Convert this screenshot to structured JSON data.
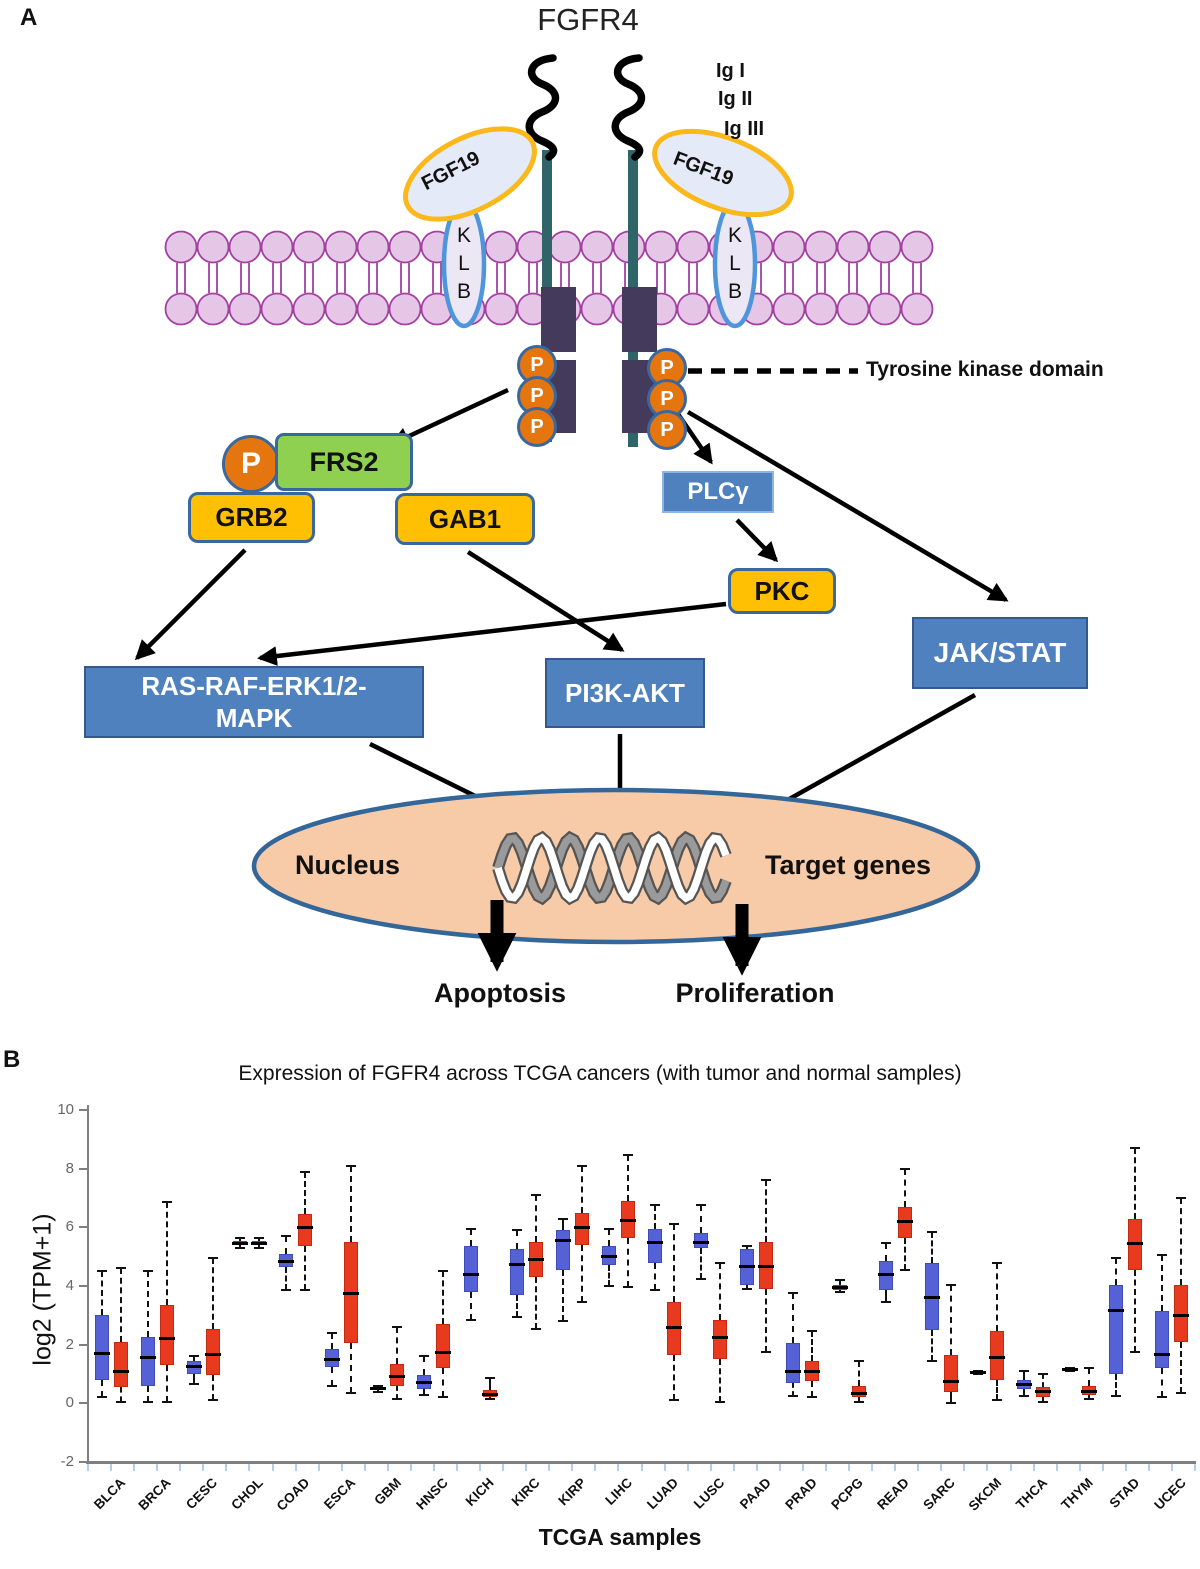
{
  "panel_a": {
    "label": "A",
    "title": "FGFR4",
    "ligand_label": "FGF19",
    "coreceptor_letters": [
      "K",
      "L",
      "B"
    ],
    "ig_labels": [
      "Ig I",
      "Ig II",
      "Ig III"
    ],
    "phospho_label": "P",
    "kinase_domain_label": "Tyrosine kinase domain",
    "nodes": {
      "frs2": "FRS2",
      "grb2": "GRB2",
      "gab1": "GAB1",
      "plcg": "PLCγ",
      "pkc": "PKC",
      "jakstat": "JAK/STAT",
      "ras": "RAS-RAF-ERK1/2-\nMAPK",
      "pi3k": "PI3K-AKT"
    },
    "nucleus_label": "Nucleus",
    "target_genes_label": "Target genes",
    "outcomes": {
      "apoptosis": "Apoptosis",
      "proliferation": "Proliferation"
    },
    "colors": {
      "lipid_fill": "#E5C6E6",
      "lipid_stroke": "#A33FA3",
      "receptor_stalk": "#2F6468",
      "kinase_domain": "#443A5C",
      "phospho_fill": "#E5760F",
      "phospho_border": "#39689E",
      "ligand_fill": "#E4EAF7",
      "ligand_border": "#FAB81B",
      "klb_fill": "#EBE7F5",
      "klb_border": "#4E95DB",
      "nucleus_fill": "#F8CBA8",
      "nucleus_border": "#336699",
      "node_blue": "#4E81BD",
      "node_amber": "#FFC003",
      "node_green": "#8FD051"
    }
  },
  "panel_b": {
    "label": "B"
  },
  "chart_data": {
    "type": "boxplot",
    "title": "Expression of FGFR4 across TCGA cancers (with tumor and normal samples)",
    "xlabel": "TCGA samples",
    "ylabel": "log2 (TPM+1)",
    "ylim": [
      -2,
      10
    ],
    "yticks": [
      -2,
      0,
      2,
      4,
      6,
      8,
      10
    ],
    "grid": false,
    "legend": "none",
    "categories": [
      "BLCA",
      "BRCA",
      "CESC",
      "CHOL",
      "COAD",
      "ESCA",
      "GBM",
      "HNSC",
      "KICH",
      "KIRC",
      "KIRP",
      "LIHC",
      "LUAD",
      "LUSC",
      "PAAD",
      "PRAD",
      "PCPG",
      "READ",
      "SARC",
      "SKCM",
      "THCA",
      "THYM",
      "STAD",
      "UCEC"
    ],
    "box_format": [
      "whisker_low",
      "q1",
      "median",
      "q3",
      "whisker_high"
    ],
    "series": [
      {
        "name": "blue",
        "color": "#5462D6",
        "border": "#3D4BBB",
        "values": [
          [
            0.2,
            0.8,
            1.7,
            3.0,
            4.5
          ],
          [
            0.05,
            0.6,
            1.55,
            2.25,
            4.5
          ],
          [
            0.65,
            1.0,
            1.25,
            1.45,
            1.6
          ],
          [
            5.3,
            5.4,
            5.45,
            5.55,
            5.65
          ],
          [
            3.85,
            4.65,
            4.85,
            5.1,
            5.7
          ],
          [
            0.6,
            1.25,
            1.5,
            1.85,
            2.4
          ],
          [
            0.4,
            0.45,
            0.5,
            0.55,
            0.6
          ],
          [
            0.3,
            0.5,
            0.7,
            0.95,
            1.6
          ],
          [
            2.85,
            3.8,
            4.4,
            5.35,
            5.95
          ],
          [
            2.95,
            3.7,
            4.75,
            5.25,
            5.9
          ],
          [
            2.8,
            4.55,
            5.55,
            5.9,
            6.3
          ],
          [
            4.0,
            4.7,
            5.0,
            5.35,
            5.95
          ],
          [
            3.85,
            4.8,
            5.5,
            5.95,
            6.75
          ],
          [
            4.25,
            5.3,
            5.5,
            5.8,
            6.75
          ],
          [
            3.9,
            4.05,
            4.65,
            5.25,
            5.35
          ],
          [
            0.25,
            0.7,
            1.1,
            2.05,
            3.75
          ],
          [
            3.8,
            3.85,
            3.95,
            4.05,
            4.2
          ],
          [
            3.45,
            3.85,
            4.4,
            4.85,
            5.45
          ],
          [
            1.45,
            2.5,
            3.6,
            4.8,
            5.85
          ],
          [
            1.0,
            1.0,
            1.05,
            1.1,
            1.1
          ],
          [
            0.25,
            0.5,
            0.65,
            0.8,
            1.1
          ],
          [
            1.1,
            1.1,
            1.15,
            1.2,
            1.2
          ],
          [
            0.25,
            1.0,
            3.15,
            4.05,
            4.95
          ],
          [
            0.2,
            1.2,
            1.65,
            3.15,
            5.05
          ]
        ]
      },
      {
        "name": "red",
        "color": "#E73A1E",
        "border": "#C22B12",
        "values": [
          [
            0.05,
            0.55,
            1.1,
            2.1,
            4.6
          ],
          [
            0.05,
            1.3,
            2.2,
            3.35,
            6.85
          ],
          [
            0.1,
            0.95,
            1.65,
            2.55,
            4.95
          ],
          [
            5.3,
            5.4,
            5.45,
            5.55,
            5.65
          ],
          [
            3.85,
            5.35,
            6.0,
            6.45,
            7.9
          ],
          [
            0.35,
            2.05,
            3.75,
            5.5,
            8.1
          ],
          [
            0.15,
            0.6,
            0.9,
            1.35,
            2.6
          ],
          [
            0.2,
            1.2,
            1.75,
            2.7,
            4.5
          ],
          [
            0.15,
            0.2,
            0.3,
            0.45,
            0.85
          ],
          [
            2.55,
            4.3,
            4.9,
            5.5,
            7.1
          ],
          [
            3.45,
            5.4,
            6.0,
            6.5,
            8.1
          ],
          [
            3.95,
            5.65,
            6.25,
            6.9,
            8.45
          ],
          [
            0.1,
            1.65,
            2.6,
            3.45,
            6.1
          ],
          [
            0.05,
            1.5,
            2.25,
            2.85,
            4.8
          ],
          [
            1.75,
            3.9,
            4.65,
            5.5,
            7.6
          ],
          [
            0.2,
            0.75,
            1.1,
            1.45,
            2.45
          ],
          [
            0.05,
            0.2,
            0.35,
            0.6,
            1.45
          ],
          [
            4.55,
            5.65,
            6.2,
            6.7,
            8.0
          ],
          [
            0.0,
            0.4,
            0.75,
            1.65,
            4.05
          ],
          [
            0.1,
            0.8,
            1.55,
            2.45,
            4.8
          ],
          [
            0.05,
            0.2,
            0.4,
            0.55,
            1.0
          ],
          [
            0.15,
            0.3,
            0.4,
            0.6,
            1.2
          ],
          [
            1.75,
            4.55,
            5.45,
            6.3,
            8.7
          ],
          [
            0.35,
            2.1,
            3.0,
            4.05,
            7.0
          ]
        ]
      }
    ]
  }
}
